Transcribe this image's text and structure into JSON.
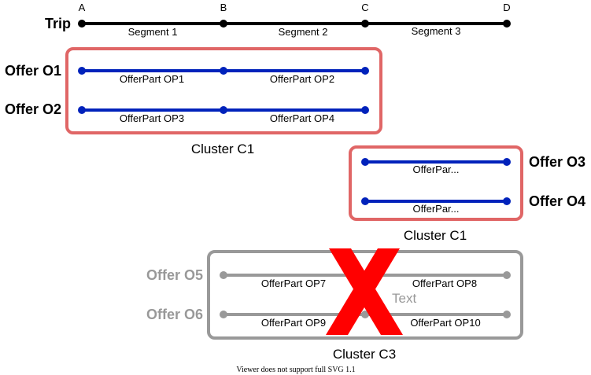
{
  "trip": {
    "label": "Trip",
    "points": [
      "A",
      "B",
      "C",
      "D"
    ],
    "segments": [
      "Segment 1",
      "Segment 2",
      "Segment 3"
    ]
  },
  "offers": {
    "o1": {
      "label": "Offer O1",
      "parts": [
        "OfferPart OP1",
        "OfferPart OP2"
      ]
    },
    "o2": {
      "label": "Offer O2",
      "parts": [
        "OfferPart OP3",
        "OfferPart OP4"
      ]
    },
    "o3": {
      "label": "Offer O3",
      "parts": [
        "OfferPar..."
      ]
    },
    "o4": {
      "label": "Offer O4",
      "parts": [
        "OfferPar..."
      ]
    },
    "o5": {
      "label": "Offer O5",
      "parts": [
        "OfferPart OP7",
        "OfferPart OP8"
      ]
    },
    "o6": {
      "label": "Offer O6",
      "parts": [
        "OfferPart OP9",
        "OfferPart OP10"
      ]
    }
  },
  "clusters": {
    "c1a": {
      "label": "Cluster C1"
    },
    "c1b": {
      "label": "Cluster C1"
    },
    "c3": {
      "label": "Cluster C3",
      "overlay_text": "Text"
    }
  },
  "footer": {
    "message": "Viewer does not support full SVG 1.1"
  },
  "colors": {
    "trip": "#000000",
    "offer": "#0022bb",
    "cluster_active": "#e06666",
    "cluster_inactive": "#999999",
    "cross": "#ff0000"
  }
}
